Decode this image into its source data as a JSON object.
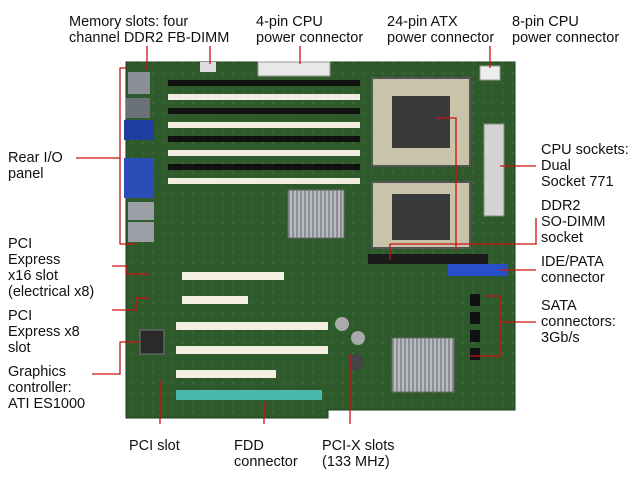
{
  "labels": {
    "memory": "Memory slots: four\nchannel DDR2 FB-DIMM",
    "cpu4pin": "4-pin CPU\npower connector",
    "atx24": "24-pin ATX\npower connector",
    "cpu8pin": "8-pin CPU\npower connector",
    "rear_io": "Rear I/O\npanel",
    "cpu_sockets": "CPU sockets:\nDual\nSocket 771",
    "ddr2_sodimm": "DDR2\nSO-DIMM\nsocket",
    "ide_pata": "IDE/PATA\nconnector",
    "sata": "SATA\nconnectors:\n3Gb/s",
    "pcie16": "PCI\nExpress\nx16 slot\n(electrical x8)",
    "pcie8": "PCI\nExpress x8\nslot",
    "graphics": "Graphics\ncontroller:\nATI ES1000",
    "pci_slot": "PCI slot",
    "fdd": "FDD\nconnector",
    "pcix": "PCI-X slots\n(133 MHz)"
  },
  "colors": {
    "pcb": "#2f5a2c",
    "leader": "#cc1111",
    "ide": "#2850c8",
    "pci_slot": "#49b8ad"
  }
}
